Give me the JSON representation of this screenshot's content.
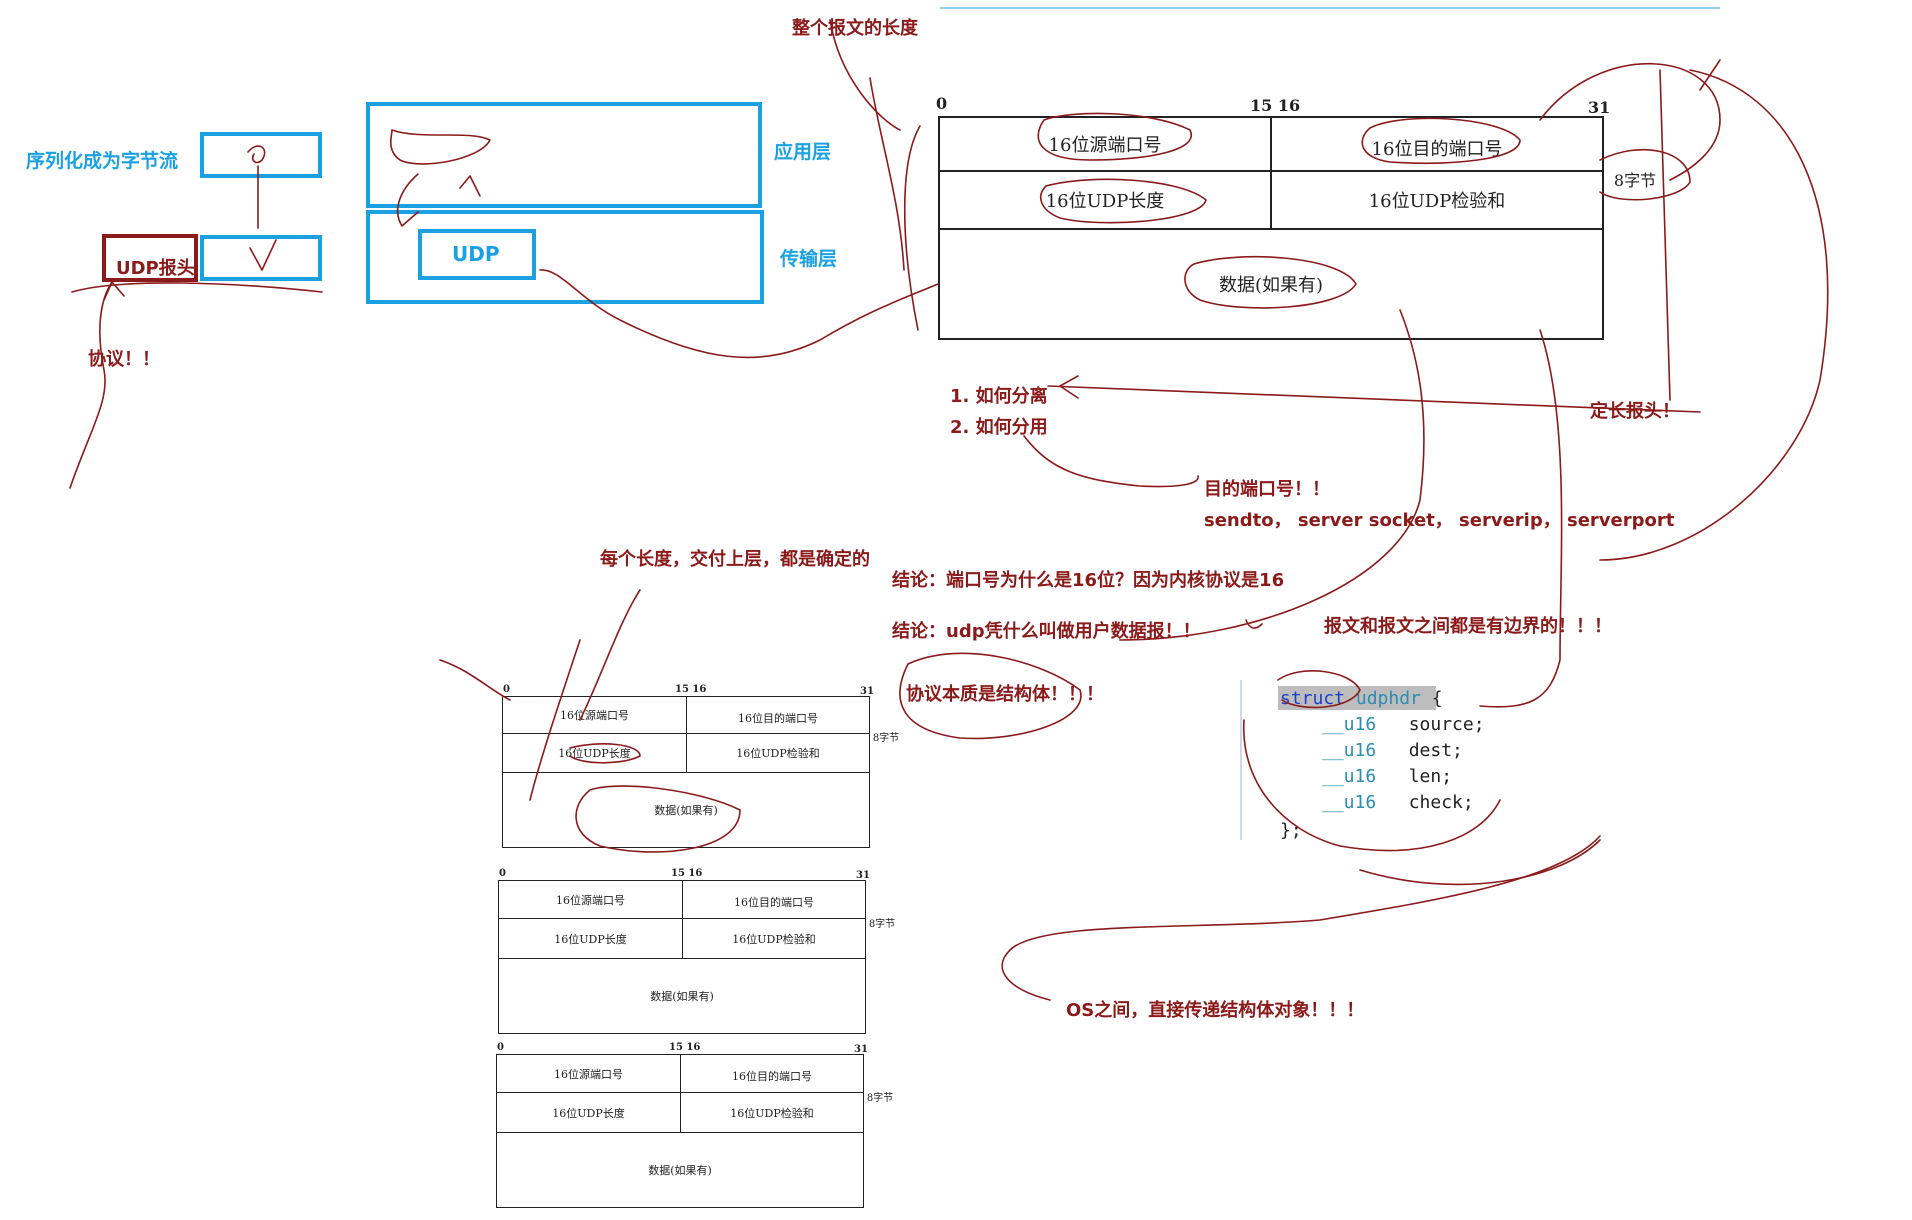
{
  "left_panel": {
    "serialize_label": "序列化成为字节流",
    "udp_header_label": "UDP报头",
    "protocol_label": "协议！！"
  },
  "layers": {
    "app_layer": "应用层",
    "transport_layer": "传输层",
    "udp_box": "UDP"
  },
  "big_header": {
    "bit_0": "0",
    "bit_15_16": "15 16",
    "bit_31": "31",
    "src_port": "16位源端口号",
    "dst_port": "16位目的端口号",
    "udp_length": "16位UDP长度",
    "udp_checksum": "16位UDP检验和",
    "data": "数据(如果有)",
    "size_note": "8字节"
  },
  "small_header": {
    "bit_0": "0",
    "bit_15_16": "15 16",
    "bit_31": "31",
    "src_port": "16位源端口号",
    "dst_port": "16位目的端口号",
    "udp_length": "16位UDP长度",
    "udp_checksum": "16位UDP检验和",
    "data": "数据(如果有)",
    "size_note": "8字节"
  },
  "annotations": {
    "total_length": "整个报文的长度",
    "how_separate": "1. 如何分离",
    "how_demux": "2. 如何分用",
    "fixed_header": "定长报头！",
    "dst_port_note": "目的端口号！！",
    "sendto_line": "sendto， server socket， serverip， serverport",
    "each_length": "每个长度，交付上层，都是确定的",
    "conclusion_port": "结论：端口号为什么是16位？因为内核协议是16",
    "conclusion_udp": "结论：udp凭什么叫做用户数据报！！",
    "boundary": "报文和报文之间都是有边界的！！！",
    "protocol_struct": "协议本质是结构体！！！",
    "os_struct": "OS之间，直接传递结构体对象！！！"
  },
  "code": {
    "line1_kw": "struct",
    "line1_name": "udphdr",
    "line1_brace": "{",
    "fields": [
      {
        "type": "__u16",
        "name": "source;"
      },
      {
        "type": "__u16",
        "name": "dest;"
      },
      {
        "type": "__u16",
        "name": "len;"
      },
      {
        "type": "__u16",
        "name": "check;"
      }
    ],
    "close": "};"
  },
  "colors": {
    "ink_red": "#8b1a1a",
    "accent_blue": "#1ba1e2",
    "code_keyword": "#1a3fd0",
    "code_type": "#2b8db3"
  }
}
